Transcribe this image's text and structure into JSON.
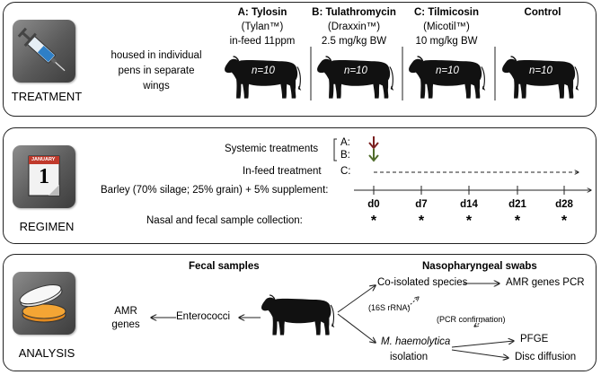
{
  "treatment": {
    "label": "TREATMENT",
    "housing": [
      "housed in individual",
      "pens in separate",
      "wings"
    ],
    "groups": [
      {
        "title": "A: Tylosin",
        "line2": "(Tylan™)",
        "line3": "in-feed 11ppm",
        "n": "n=10"
      },
      {
        "title": "B: Tulathromycin",
        "line2": "(Draxxin™)",
        "line3": "2.5 mg/kg BW",
        "n": "n=10"
      },
      {
        "title": "C: Tilmicosin",
        "line2": "(Micotil™)",
        "line3": "10 mg/kg BW",
        "n": "n=10"
      },
      {
        "title": "Control",
        "line2": "",
        "line3": "",
        "n": "n=10"
      }
    ]
  },
  "regimen": {
    "label": "REGIMEN",
    "calendar_month": "JANUARY",
    "calendar_day": "1",
    "systemic": "Systemic treatments",
    "a": "A:",
    "b": "B:",
    "infeed": "In-feed treatment",
    "c": "C:",
    "diet": "Barley (70% silage; 25% grain) + 5% supplement:",
    "sampling": "Nasal and fecal sample collection:",
    "days": [
      "d0",
      "d7",
      "d14",
      "d21",
      "d28"
    ],
    "star": "*",
    "colors": {
      "arrow_a": "#7a1f1f",
      "arrow_b": "#4f6b2a"
    }
  },
  "analysis": {
    "label": "ANALYSIS",
    "fecal_title": "Fecal samples",
    "naso_title": "Nasopharyngeal swabs",
    "amr": [
      "AMR",
      "genes"
    ],
    "enterococci": "Enterococci",
    "coisolated": "Co-isolated species",
    "amr_pcr": "AMR genes PCR",
    "rrna": "(16S rRNA)",
    "pcr_conf": "(PCR confirmation)",
    "mh": "M. haemolytica",
    "isolation": "isolation",
    "pfge": "PFGE",
    "disc": "Disc  diffusion"
  }
}
